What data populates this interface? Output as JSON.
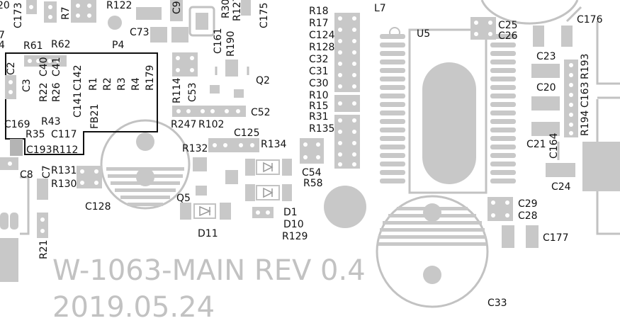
{
  "title_line1": "W-1063-MAIN REV  0.4",
  "title_line2": "2019.05.24",
  "labels": {
    "c173": "C173",
    "r7": "R7",
    "r122": "R122",
    "c9": "C9",
    "r30": "R30",
    "r127": "R127",
    "c175": "C175",
    "c73": "C73",
    "p4": "P4",
    "r61": "R61",
    "r62": "R62",
    "c2": "C2",
    "c3": "C3",
    "r22": "R22",
    "c40": "C40",
    "r26": "R26",
    "c41": "C41",
    "c141": "C141",
    "c142": "C142",
    "r1": "R1",
    "r2": "R2",
    "r3": "R3",
    "r4": "R4",
    "r179": "R179",
    "fb21": "FB21",
    "r43": "R43",
    "c169": "C169",
    "r35": "R35",
    "c117": "C117",
    "c193": "C193",
    "r112": "R112",
    "r114": "R114",
    "c53": "C53",
    "c161": "C161",
    "r190": "R190",
    "q2": "Q2",
    "c52": "C52",
    "r247": "R247",
    "r102": "R102",
    "c125": "C125",
    "r132": "R132",
    "r134": "R134",
    "c8": "C8",
    "c7": "C7",
    "r131": "R131",
    "r130": "R130",
    "c128": "C128",
    "q5": "Q5",
    "d11": "D11",
    "d1": "D1",
    "d10": "D10",
    "r129": "R129",
    "r21": "R21",
    "c54": "C54",
    "r58": "R58",
    "r18": "R18",
    "r17": "R17",
    "c124": "C124",
    "r128": "R128",
    "c32": "C32",
    "c31": "C31",
    "c30": "C30",
    "r10": "R10",
    "r15": "R15",
    "r31": "R31",
    "r135": "R135",
    "l7": "L7",
    "u5": "U5",
    "c25": "C25",
    "c26": "C26",
    "c176": "C176",
    "c23": "C23",
    "r193": "R193",
    "c20": "C20",
    "c163": "C163",
    "r194": "R194",
    "c21": "C21",
    "c164": "C164",
    "c24": "C24",
    "c29": "C29",
    "c28": "C28",
    "c177": "C177",
    "c33": "C33",
    "partial_20": "20",
    "partial_7": "7",
    "partial_4": "4"
  }
}
